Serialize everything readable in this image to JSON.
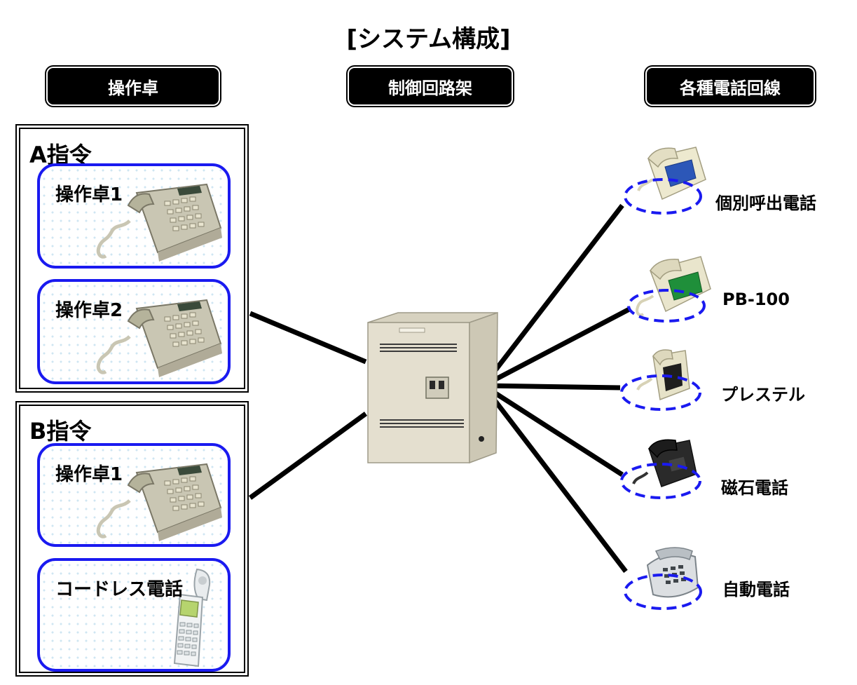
{
  "title": "[システム構成]",
  "headers": {
    "console": "操作卓",
    "control": "制御回路架",
    "lines": "各種電話回線"
  },
  "groups": [
    {
      "label": "A指令",
      "consoles": [
        "操作卓1",
        "操作卓2"
      ]
    },
    {
      "label": "B指令",
      "consoles": [
        "操作卓1",
        "コードレス電話"
      ]
    }
  ],
  "phone_lines": [
    "個別呼出電話",
    "PB-100",
    "プレステル",
    "磁石電話",
    "自動電話"
  ],
  "colors": {
    "accent": "#1a1af0",
    "header_bg": "#000000",
    "cabinet": "#e4dfcf"
  },
  "icons": [
    "desk-phone-console-icon",
    "cordless-phone-icon",
    "control-cabinet-icon",
    "telephone-icon"
  ]
}
